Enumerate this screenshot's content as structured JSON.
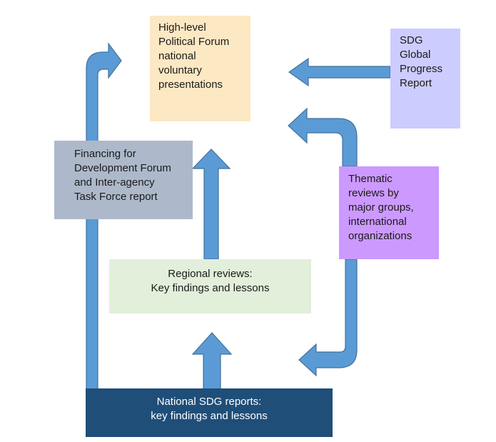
{
  "nodes": {
    "hlpf": {
      "lines": [
        "High-level",
        "Political Forum",
        "national",
        "voluntary",
        "presentations"
      ],
      "color": "#fce8c3"
    },
    "sdg_report": {
      "lines": [
        "SDG",
        "Global",
        "Progress",
        "Report"
      ],
      "color": "#ccccff"
    },
    "ffd": {
      "lines": [
        "Financing for",
        "Development Forum",
        "and Inter-agency",
        "Task Force report"
      ],
      "color": "#adb9ca"
    },
    "thematic": {
      "lines": [
        "Thematic",
        "reviews by",
        "major groups,",
        "international",
        "organizations"
      ],
      "color": "#cc99ff"
    },
    "regional": {
      "lines": [
        "Regional reviews:",
        "Key findings and lessons"
      ],
      "color": "#e2efda"
    },
    "national": {
      "lines": [
        "National SDG reports:",
        "key findings and lessons"
      ],
      "color": "#1f4e79"
    }
  },
  "arrow_color": "#5b9bd5",
  "arrow_outline": "#41719c"
}
